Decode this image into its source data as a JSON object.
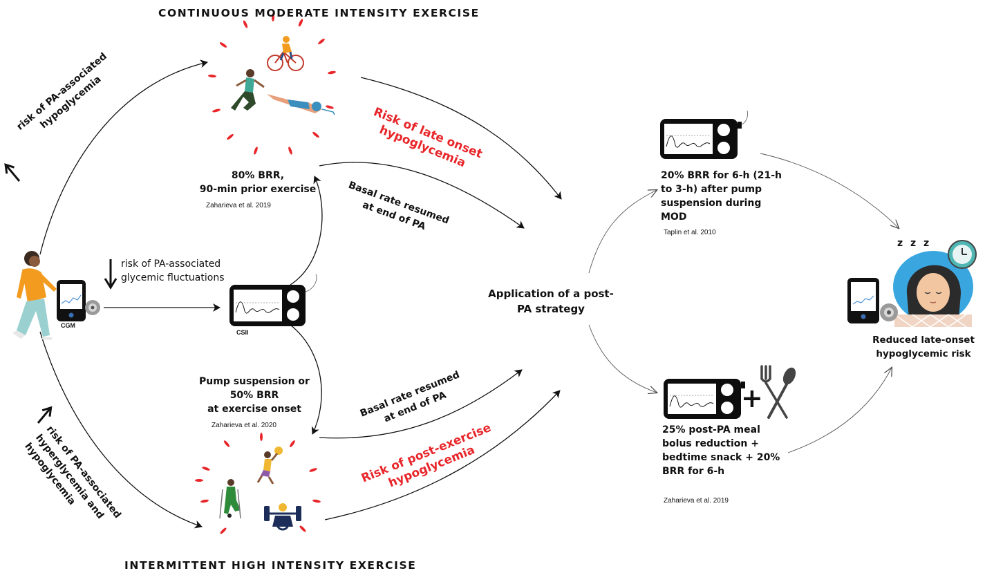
{
  "titles": {
    "continuous": "CONTINUOUS MODERATE INTENSITY EXERCISE",
    "intermittent": "INTERMITTENT HIGH INTENSITY EXERCISE"
  },
  "left_labels": {
    "hypo_risk_line1": "risk of PA-associated",
    "hypo_risk_line2": "hypoglycemia",
    "fluct_line1": "risk of PA-associated",
    "fluct_line2": "glycemic fluctuations",
    "hyper_line1": "risk of PA-associated",
    "hyper_line2": "hyperglycemia and",
    "hyper_line3": "hypoglycemia"
  },
  "devices": {
    "cgm": "CGM",
    "csii": "CSII"
  },
  "moderate_strategy": {
    "line1": "80% BRR,",
    "line2": "90-min prior exercise",
    "ref": "Zaharieva et al. 2019",
    "basal_line1": "Basal rate resumed",
    "basal_line2": "at end of PA",
    "risk_line1": "Risk of late onset",
    "risk_line2": "hypoglycemia"
  },
  "high_strategy": {
    "line1": "Pump suspension or",
    "line2": "50% BRR",
    "line3": "at exercise onset",
    "ref": "Zaharieva et al. 2020",
    "basal_line1": "Basal rate resumed",
    "basal_line2": "at end of PA",
    "risk_line1": "Risk of post-exercise",
    "risk_line2": "hypoglycemia"
  },
  "center": {
    "line1": "Application of a post-",
    "line2": "PA strategy"
  },
  "strategy_top": {
    "line1": "20% BRR for 6-h (21-h",
    "line2": "to 3-h) after pump",
    "line3": "suspension during",
    "line4": "MOD",
    "ref": "Taplin et al. 2010"
  },
  "strategy_bottom": {
    "line1": "25% post-PA meal",
    "line2": "bolus reduction  +",
    "line3": "bedtime snack + 20%",
    "line4": "BRR for 6-h",
    "ref": "Zaharieva et al. 2019",
    "plus": "+"
  },
  "outcome": {
    "line1": "Reduced late-onset",
    "line2": "hypoglycemic risk",
    "zzz": "z z z"
  },
  "colors": {
    "risk_red": "#e8262a",
    "ink": "#111111",
    "pump_black": "#0d0d0d",
    "sleep_blue": "#3aa6e0",
    "clock_teal": "#4fb7b3"
  },
  "icons": [
    "person-walking-icon",
    "cgm-receiver-icon",
    "insulin-pump-icon",
    "cyclist-icon",
    "runner-icon",
    "swimmer-icon",
    "volleyball-player-icon",
    "amputee-soccer-icon",
    "weightlifter-icon",
    "fork-spoon-icon",
    "sleeping-person-icon",
    "clock-icon"
  ]
}
